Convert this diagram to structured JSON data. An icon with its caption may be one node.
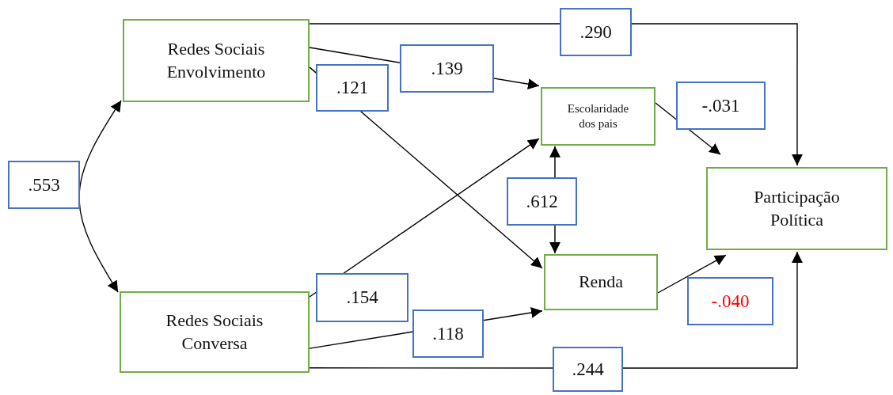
{
  "diagram": {
    "nodes": [
      {
        "text": [
          "Redes Sociais Envolvimento"
        ]
      },
      {
        "text": [
          "Escolaridade dos pais"
        ]
      },
      {
        "text": [
          "Participação Política"
        ]
      },
      {
        "text": [
          "Renda"
        ]
      },
      {
        "text": [
          "Redes Sociais Conversa"
        ]
      }
    ],
    "edges": [
      {
        "from": 0,
        "to": 2,
        "arrow": "to",
        "label": ".290"
      },
      {
        "from": 0,
        "to": 1,
        "arrow": "to",
        "label": ".139"
      },
      {
        "from": 0,
        "to": 3,
        "arrow": "to",
        "label": ".121"
      },
      {
        "from": 0,
        "to": 4,
        "arrow": "both",
        "label": ".553"
      },
      {
        "from": 4,
        "to": 1,
        "arrow": "to",
        "label": ".154"
      },
      {
        "from": 4,
        "to": 3,
        "arrow": "to",
        "label": ".118"
      },
      {
        "from": 4,
        "to": 2,
        "arrow": "to",
        "label": ".244"
      },
      {
        "from": 1,
        "to": 3,
        "arrow": "both",
        "label": ".612"
      },
      {
        "from": 1,
        "to": 2,
        "arrow": "to",
        "label": "-.031"
      },
      {
        "from": 3,
        "to": 2,
        "arrow": "to",
        "label": "-.040"
      }
    ]
  }
}
